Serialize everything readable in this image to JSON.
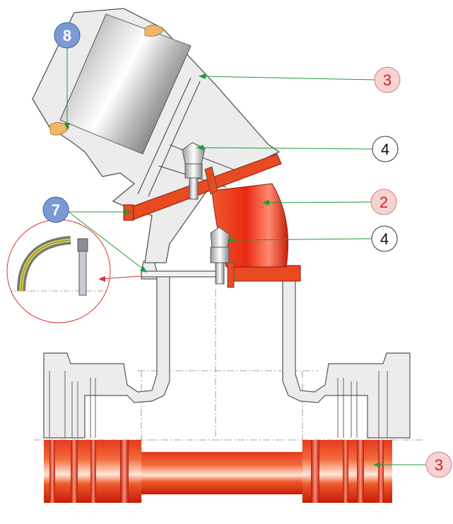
{
  "diagram": {
    "callouts": [
      {
        "id": "c8",
        "label": "8",
        "style": "blue"
      },
      {
        "id": "c3a",
        "label": "3",
        "style": "pink"
      },
      {
        "id": "c4a",
        "label": "4",
        "style": "white"
      },
      {
        "id": "c7",
        "label": "7",
        "style": "blue"
      },
      {
        "id": "c2",
        "label": "2",
        "style": "pink"
      },
      {
        "id": "c4b",
        "label": "4",
        "style": "white"
      },
      {
        "id": "c3b",
        "label": "3",
        "style": "pink"
      }
    ],
    "colors": {
      "callout_blue_fill": "#7b9ad4",
      "callout_pink_fill": "#f6d2d2",
      "callout_white_fill": "#ffffff",
      "callout_red_text": "#d62020",
      "leader_green": "#1f9a3a",
      "leader_red": "#e03030",
      "body_outline": "#555555",
      "body_fill": "#ececec",
      "seal_orange": "#f2b766",
      "bonnet_red": "#e23c1e",
      "pipe_red": "#d9321a",
      "centerline": "#888888"
    }
  }
}
